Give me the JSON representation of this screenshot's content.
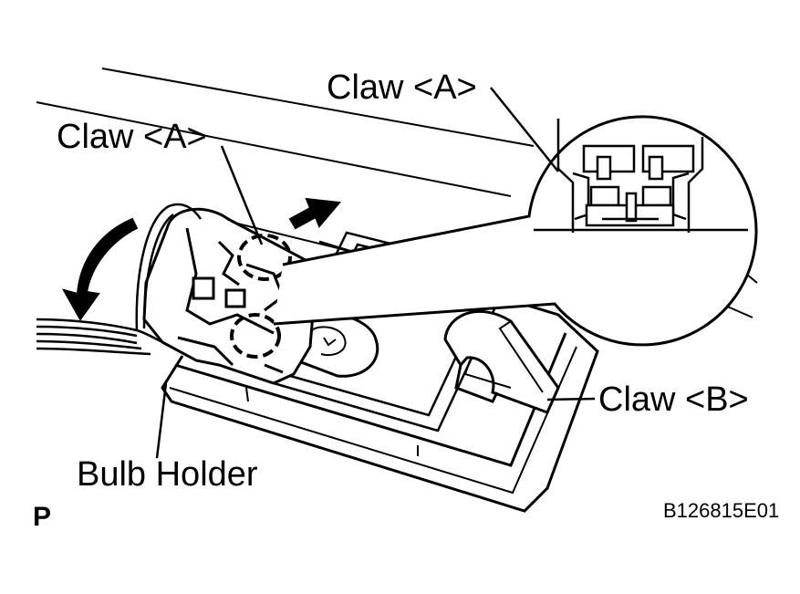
{
  "labels": {
    "claw_a_top": "Claw <A>",
    "claw_a_left": "Claw <A>",
    "claw_b": "Claw <B>",
    "bulb_holder": "Bulb Holder",
    "corner_mark": "P",
    "figure_code": "B126815E01"
  },
  "colors": {
    "ink": "#000000",
    "paper": "#ffffff"
  }
}
